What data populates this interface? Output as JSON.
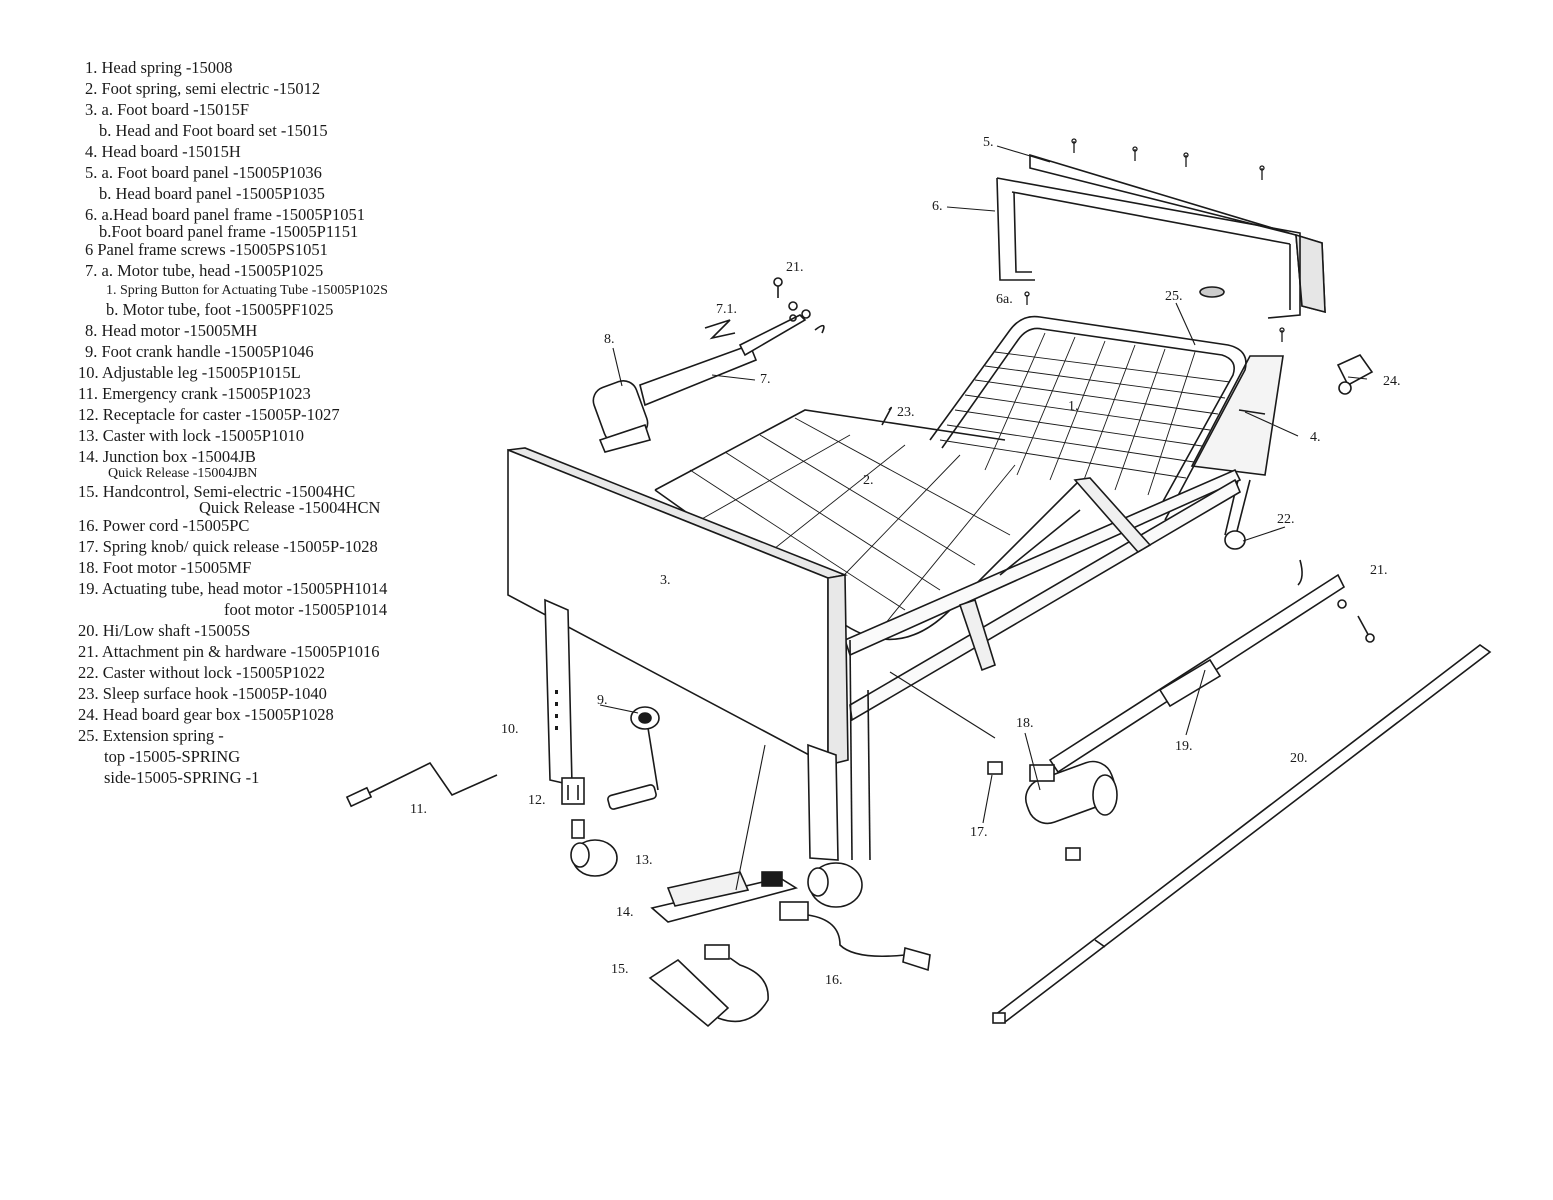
{
  "parts_list": [
    "1. Head spring  -15008",
    "2. Foot spring, semi electric -15012",
    "3. a. Foot board -15015F",
    "b. Head and Foot board set -15015",
    "4. Head board -15015H",
    "5. a. Foot board panel -15005P1036",
    "b. Head board panel -15005P1035",
    "6. a.Head board panel frame -15005P1051",
    "b.Foot board panel frame -15005P1151",
    "6   Panel frame screws -15005PS1051",
    "7. a. Motor tube, head -15005P1025",
    "1. Spring Button for Actuating Tube -15005P102S",
    "b. Motor tube, foot -15005PF1025",
    "8. Head motor -15005MH",
    "9. Foot crank handle -15005P1046",
    "10. Adjustable leg -15005P1015L",
    "11. Emergency crank -15005P1023",
    "12. Receptacle for caster -15005P-1027",
    "13. Caster with lock -15005P1010",
    "14. Junction box -15004JB",
    "Quick Release -15004JBN",
    "15. Handcontrol, Semi-electric -15004HC",
    "Quick Release -15004HCN",
    "16. Power cord -15005PC",
    "17. Spring knob/ quick release -15005P-1028",
    "18. Foot motor -15005MF",
    "19. Actuating tube, head motor -15005PH1014",
    "foot motor -15005P1014",
    "20. Hi/Low shaft -15005S",
    "21. Attachment pin & hardware -15005P1016",
    "22. Caster without lock -15005P1022",
    "23. Sleep surface hook -15005P-1040",
    "24. Head board gear box -15005P1028",
    "25. Extension spring -",
    "top -15005-SPRING",
    "side-15005-SPRING -1"
  ],
  "callouts": {
    "c1": "1.",
    "c2": "2.",
    "c3": "3.",
    "c4": "4.",
    "c5": "5.",
    "c6": "6.",
    "c6a": "6a.",
    "c7": "7.",
    "c71": "7.1.",
    "c8": "8.",
    "c9": "9.",
    "c10": "10.",
    "c11": "11.",
    "c12": "12.",
    "c13": "13.",
    "c14": "14.",
    "c15": "15.",
    "c16": "16.",
    "c17": "17.",
    "c18": "18.",
    "c19": "19.",
    "c20": "20.",
    "c21a": "21.",
    "c21b": "21.",
    "c22": "22.",
    "c23": "23.",
    "c24": "24.",
    "c25": "25."
  }
}
